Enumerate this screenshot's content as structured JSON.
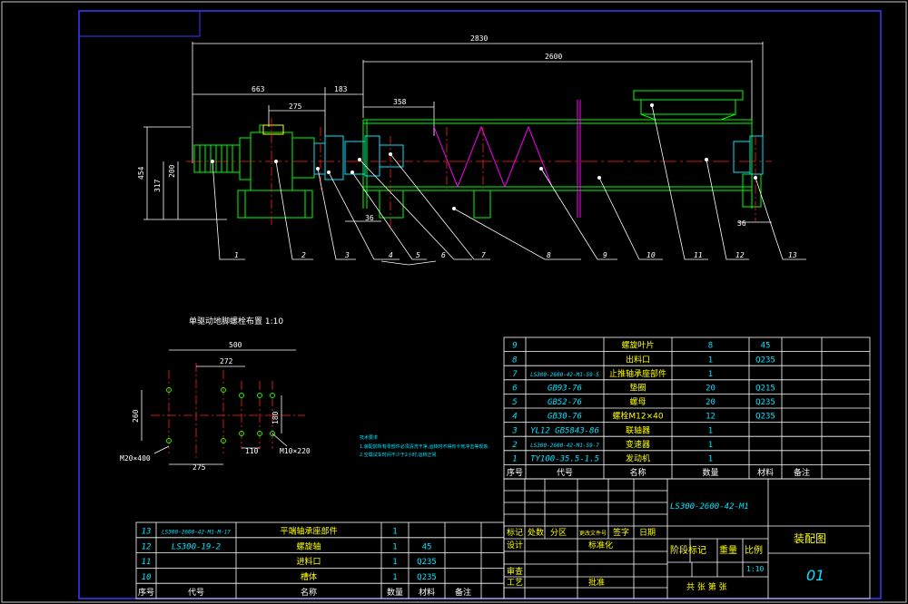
{
  "colors": {
    "background": "#000000",
    "frame": "#3a3aff",
    "cyan": "#00e5ff",
    "green": "#00ff00",
    "red": "#ff2020",
    "magenta": "#ff00ff",
    "white": "#ffffff",
    "yellow": "#ffff00"
  },
  "dimensions": {
    "total": "2830",
    "span": "2600",
    "d663": "663",
    "d183": "183",
    "d275": "275",
    "d358": "358",
    "h454": "454",
    "h317": "317",
    "h200": "200",
    "d36a": "36",
    "d36b": "36"
  },
  "callouts": [
    "1",
    "2",
    "3",
    "4",
    "5",
    "6",
    "7",
    "8",
    "9",
    "10",
    "11",
    "12",
    "13"
  ],
  "foundation": {
    "title": "单驱动地脚螺栓布置 1:10",
    "d500": "500",
    "d272": "272",
    "d260": "260",
    "d180": "180",
    "d110": "110",
    "d275": "275",
    "bolt_left": "M20×400",
    "bolt_right": "M10×220"
  },
  "notes": {
    "title": "技术要求",
    "line1": "1.装配前所有零部件必须清洗干净,运转时不得有卡死冲击等现象.",
    "line2": "2.空载试车时间不少于2小时,运转正常."
  },
  "bom_top": {
    "rows": [
      {
        "no": "9",
        "code": "",
        "name": "螺旋叶片",
        "qty": "8",
        "mat": "45",
        "note": ""
      },
      {
        "no": "8",
        "code": "",
        "name": "出料口",
        "qty": "1",
        "mat": "Q235",
        "note": ""
      },
      {
        "no": "7",
        "code": "LS300-2600-42-M1-59-5",
        "name": "止推轴承座部件",
        "qty": "1",
        "mat": "",
        "note": ""
      },
      {
        "no": "6",
        "code": "GB93-76",
        "name": "垫圈",
        "qty": "20",
        "mat": "Q215",
        "note": ""
      },
      {
        "no": "5",
        "code": "GB52-76",
        "name": "螺母",
        "qty": "20",
        "mat": "Q235",
        "note": ""
      },
      {
        "no": "4",
        "code": "GB30-76",
        "name": "螺栓M12×40",
        "qty": "12",
        "mat": "Q235",
        "note": ""
      },
      {
        "no": "3",
        "code": "YL12 GB5843-86",
        "name": "联轴器",
        "qty": "1",
        "mat": "",
        "note": ""
      },
      {
        "no": "2",
        "code": "LS300-2600-42-M1-59-7",
        "name": "变速器",
        "qty": "1",
        "mat": "",
        "note": ""
      },
      {
        "no": "1",
        "code": "TY100-35.5-1.5",
        "name": "发动机",
        "qty": "1",
        "mat": "",
        "note": ""
      }
    ],
    "header": {
      "no": "序号",
      "code": "代号",
      "name": "名称",
      "qty": "数量",
      "mat": "材料",
      "note": "备注"
    }
  },
  "bom_bottom": {
    "rows": [
      {
        "no": "13",
        "code": "LS300-2600-42-M1-M-17",
        "name": "平端轴承座部件",
        "qty": "1",
        "mat": "",
        "note": ""
      },
      {
        "no": "12",
        "code": "LS300-19-2",
        "name": "螺旋轴",
        "qty": "1",
        "mat": "45",
        "note": ""
      },
      {
        "no": "11",
        "code": "",
        "name": "进料口",
        "qty": "1",
        "mat": "Q235",
        "note": ""
      },
      {
        "no": "10",
        "code": "",
        "name": "槽体",
        "qty": "1",
        "mat": "Q235",
        "note": ""
      }
    ],
    "header": {
      "no": "序号",
      "code": "代号",
      "name": "名称",
      "qty": "数量",
      "mat": "材料",
      "note": "备注"
    }
  },
  "title_block": {
    "drawing_no": "LS300-2600-42-M1",
    "drawing_name": "装配图",
    "sheet": "01",
    "h_mark": "标记",
    "h_count": "处数",
    "h_zone": "分区",
    "h_doc": "更改文件号",
    "h_sign": "签字",
    "h_date": "日期",
    "design": "设计",
    "standard": "标准化",
    "stage": "阶段标记",
    "weight": "重量",
    "scale_label": "比例",
    "scale": "1:10",
    "review": "审查",
    "process": "工艺",
    "approve": "批准",
    "sheets": "共 张 第 张"
  }
}
